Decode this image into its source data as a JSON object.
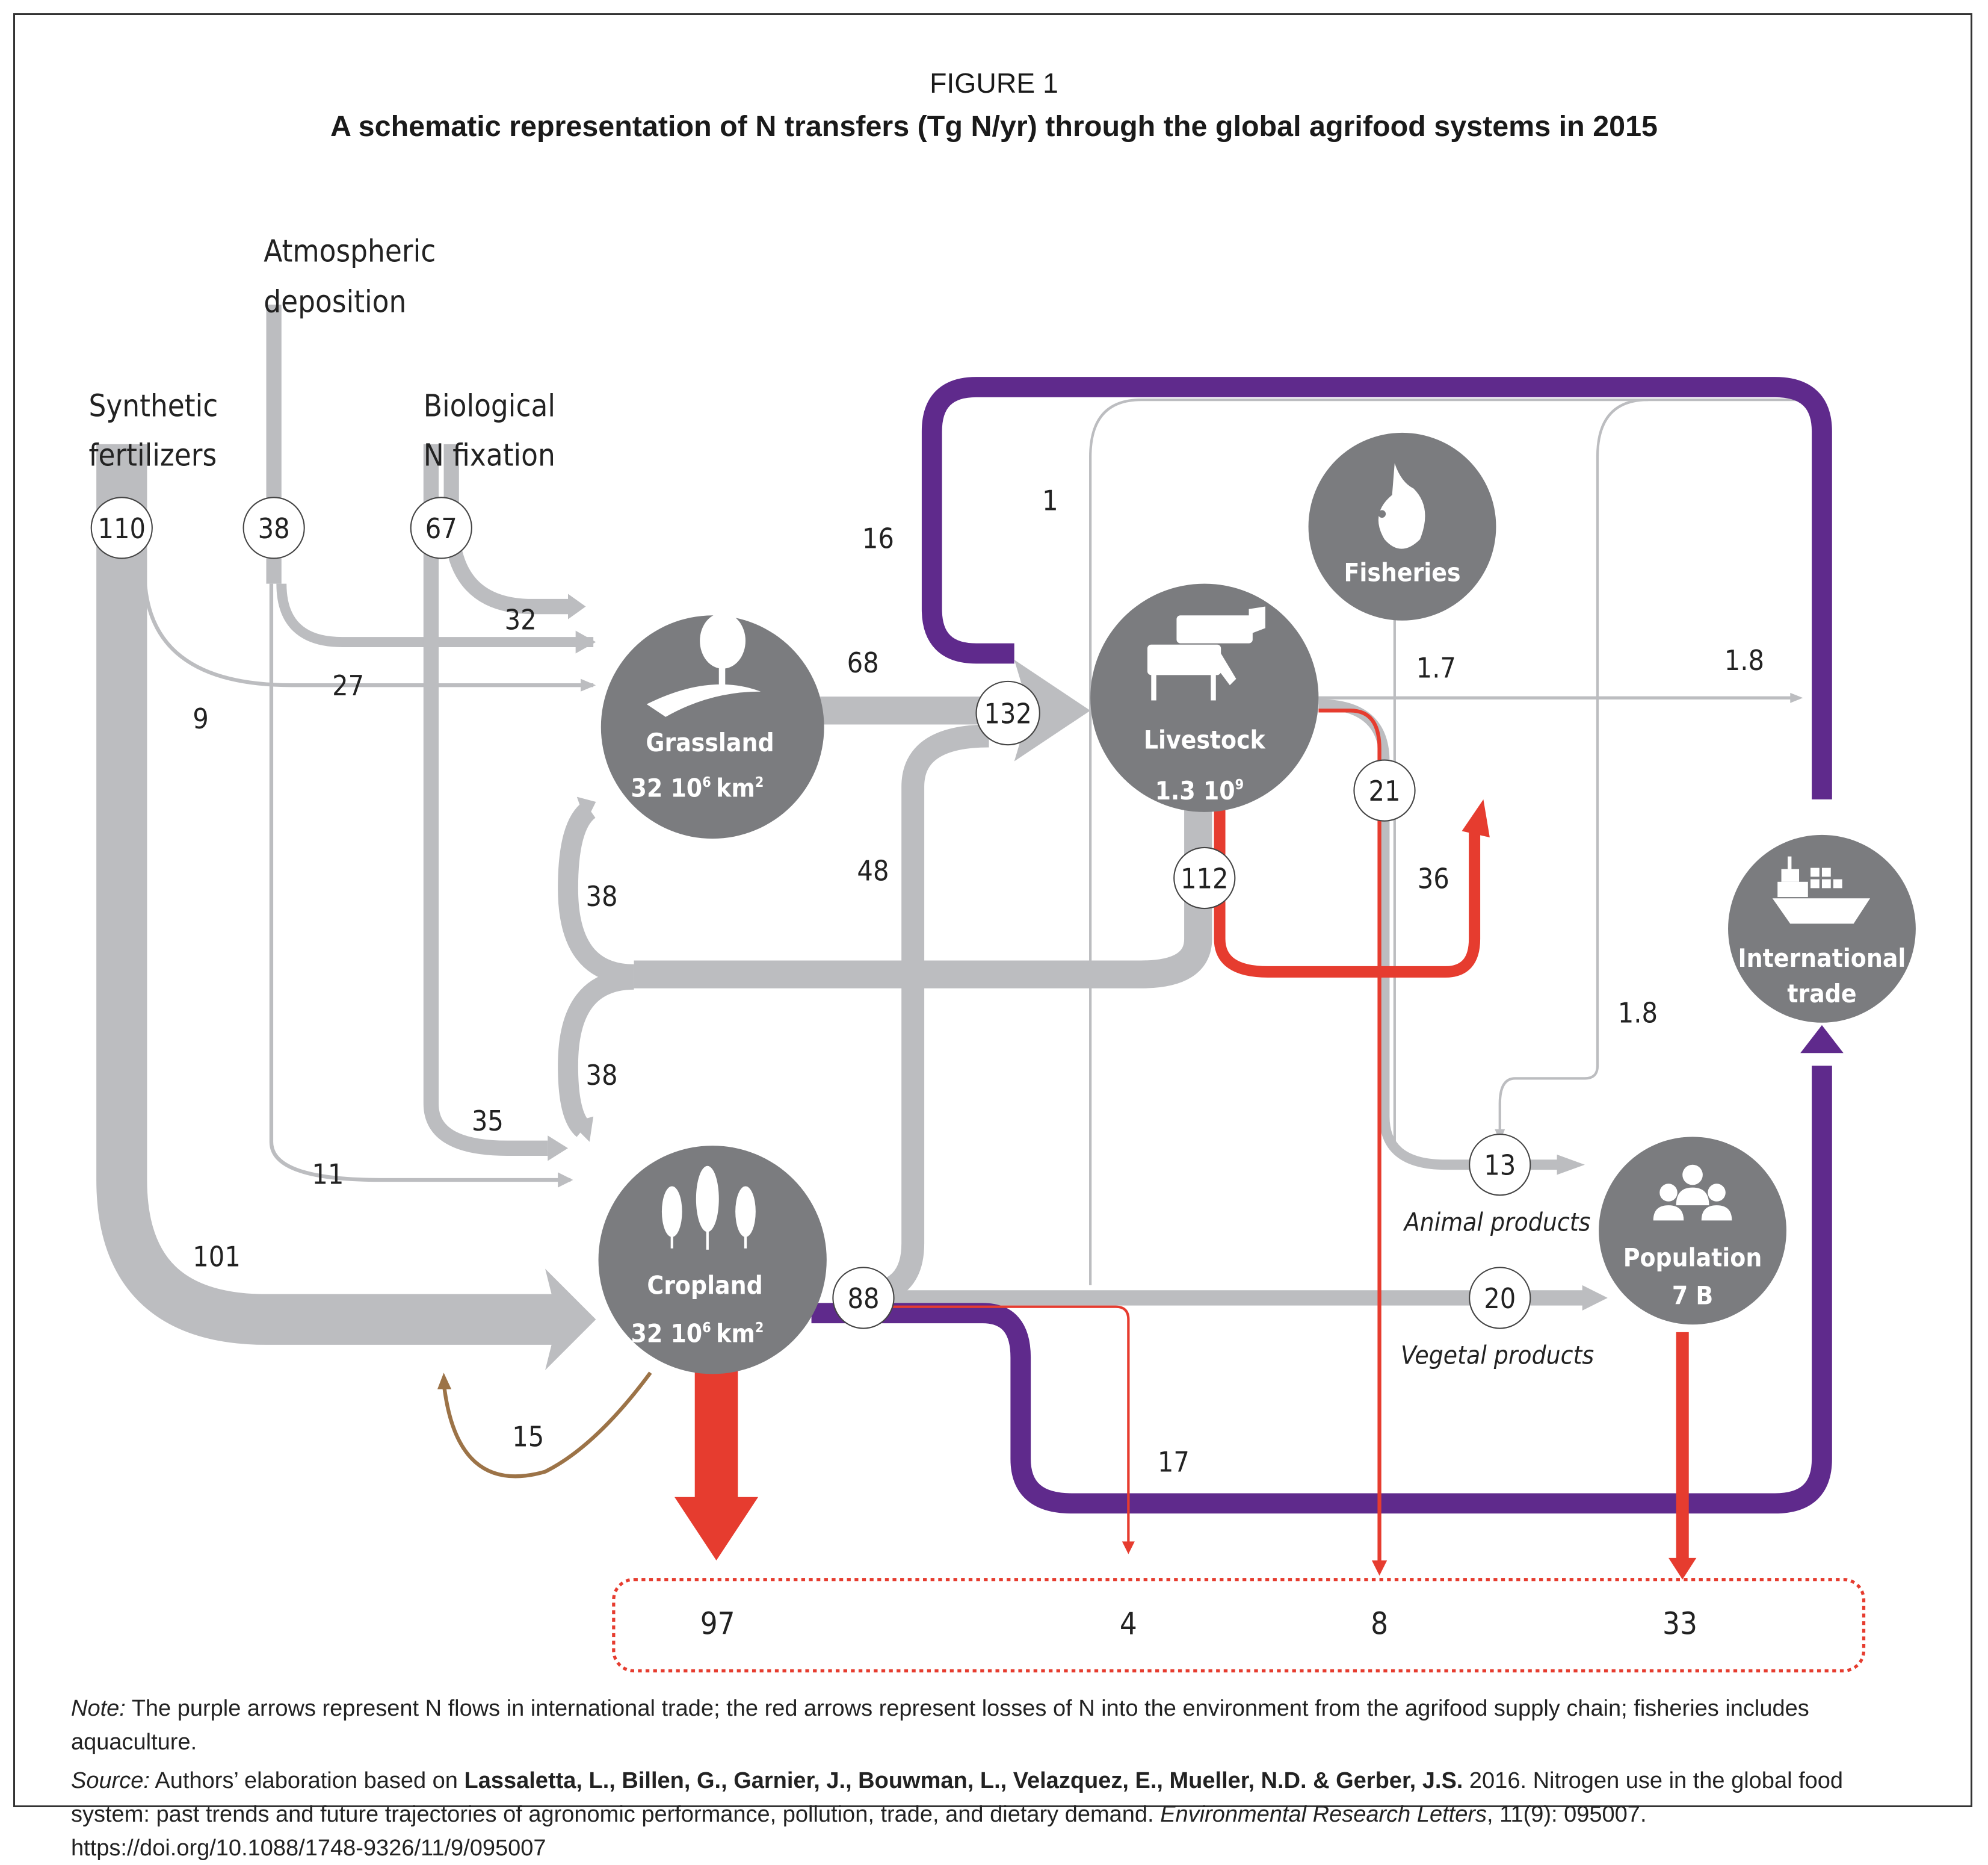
{
  "figure": {
    "label": "FIGURE 1",
    "title": "A schematic representation of N transfers (Tg N/yr) through the global agrifood systems in 2015"
  },
  "colors": {
    "flow_gray": "#bcbdc0",
    "node_gray": "#7b7c7f",
    "trade_purple": "#5f2a8c",
    "loss_red": "#e63c2f",
    "recycle_brown": "#9c7347"
  },
  "sources": {
    "synthetic": {
      "line1": "Synthetic",
      "line2": "fertilizers",
      "value": "110"
    },
    "atmospheric": {
      "line1": "Atmospheric",
      "line2": "deposition",
      "value": "38"
    },
    "biological": {
      "line1": "Biological",
      "line2": "N fixation",
      "value": "67"
    }
  },
  "nodes": {
    "grassland": {
      "name": "Grassland",
      "area": "32 10",
      "exp": "6",
      "unit": "km",
      "unit_exp": "2",
      "icon": "tree-icon"
    },
    "cropland": {
      "name": "Cropland",
      "area": "32 10",
      "exp": "6",
      "unit": "km",
      "unit_exp": "2",
      "icon": "wheat-icon"
    },
    "livestock": {
      "name": "Livestock",
      "count": "1.3 10",
      "exp": "9",
      "icon": "cows-icon"
    },
    "fisheries": {
      "name": "Fisheries",
      "icon": "fish-icon"
    },
    "trade": {
      "line1": "International",
      "line2": "trade",
      "icon": "ship-icon"
    },
    "population": {
      "name": "Population",
      "count": "7 B",
      "icon": "people-icon"
    }
  },
  "flows": {
    "syn_to_grass": "9",
    "atm_to_grass": "27",
    "bio_to_grass": "32",
    "grass_to_livestock": "68",
    "trade_to_livestock": "16",
    "livestock_in_total": "132",
    "crop_to_livestock": "48",
    "crop_to_trade_direct": "1",
    "livestock_out": "112",
    "manure_to_grass": "38",
    "manure_to_crop": "38",
    "bio_to_crop": "35",
    "atm_to_crop": "11",
    "syn_to_crop": "101",
    "crop_recycle": "15",
    "crop_out": "88",
    "crop_to_trade": "17",
    "livestock_to_products": "21",
    "livestock_emissions": "36",
    "fish_to_products": "1.7",
    "fish_to_trade": "1.8",
    "trade_to_animal": "1.8",
    "animal_products_value": "13",
    "animal_products_label": "Animal products",
    "vegetal_products_value": "20",
    "vegetal_products_label": "Vegetal products"
  },
  "losses": {
    "cropland": "97",
    "crop_processing": "4",
    "livestock_processing": "8",
    "population": "33"
  },
  "note": {
    "lead": "Note:",
    "text": " The purple arrows represent N flows in international trade; the red arrows represent losses of N into the environment from the agrifood supply chain; fisheries includes aquaculture."
  },
  "source": {
    "lead": "Source:",
    "pre": " Authors’ elaboration based on ",
    "authors": "Lassaletta, L., Billen, G., Garnier, J., Bouwman, L., Velazquez, E., Mueller, N.D. & Gerber, J.S.",
    "mid": " 2016. Nitrogen use in the global food system: past trends and future trajectories of agronomic performance, pollution, trade, and dietary demand. ",
    "journal": "Environmental Research Letters",
    "post": ", 11(9): 095007. https://doi.org/10.1088/1748-9326/11/9/095007"
  }
}
